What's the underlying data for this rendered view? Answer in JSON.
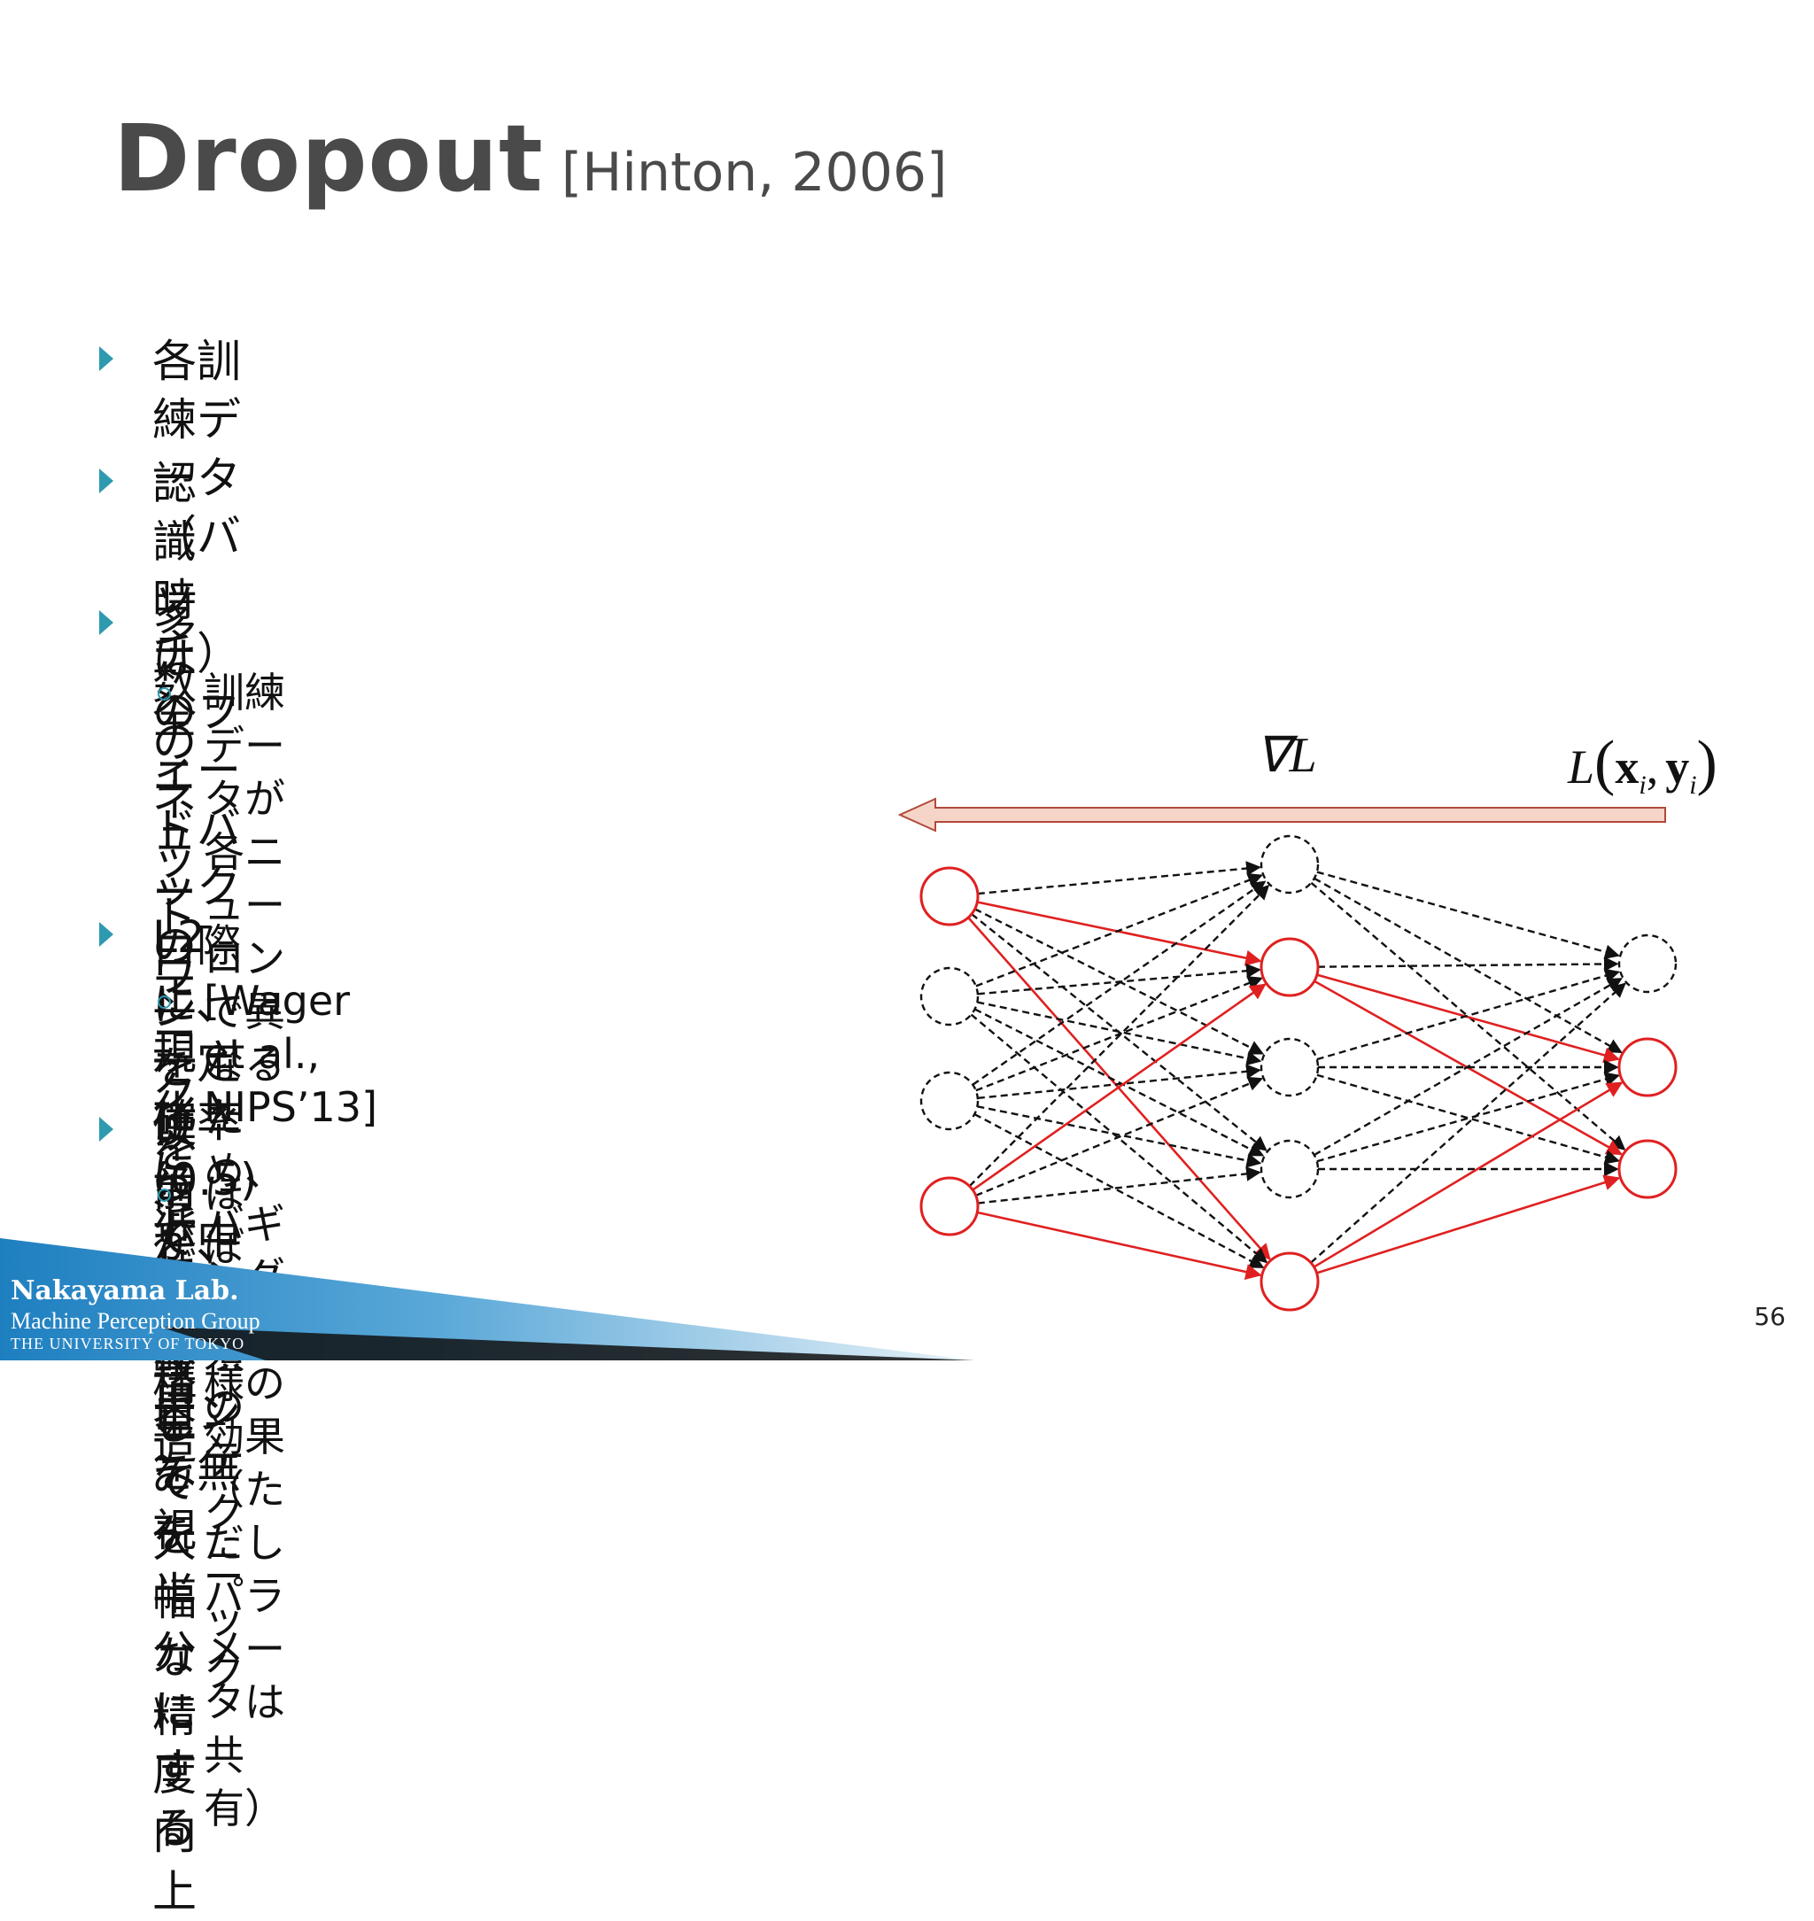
{
  "title": {
    "main": "Dropout",
    "citation": "[Hinton, 2006]"
  },
  "bullets": [
    {
      "text": "各訓練データ（バッチ）のフィードバックの際に、\n一定確率(0.5)で中間ニューロンを無視"
    },
    {
      "text": "認識時は全ニューロンを使うが、結合重みを半分にする"
    },
    {
      "text": "多数のネットワークを混ぜた構造"
    },
    {
      "text": "L2正規化に近い効果"
    },
    {
      "text": "以前と比較して大幅な精度向上"
    }
  ],
  "subbullets": [
    {
      "text": "訓練データが各ニューロンで異なるため、\nバギングと同様の効果\n（ただしパラメータは共有）"
    },
    {
      "text": "[Wager et al., NIPS’13]"
    },
    {
      "text": "ほぼ必須のテクニック"
    }
  ],
  "diagram": {
    "gradient_label": "∇L",
    "loss_label": {
      "L": "L",
      "x": "x",
      "i1": "i",
      "y": "y",
      "i2": "i",
      "comma": ","
    },
    "colors": {
      "active": "#e02020",
      "dropped": "#111111",
      "arrow_fill": "#f6d5c8",
      "arrow_stroke": "#b04a3a"
    },
    "layers": [
      {
        "active": [
          true,
          false,
          false,
          true
        ]
      },
      {
        "active": [
          false,
          true,
          false,
          false,
          true
        ]
      },
      {
        "active": [
          false,
          true,
          true
        ]
      }
    ]
  },
  "footer": {
    "lab": "Nakayama Lab.",
    "group": "Machine Perception Group",
    "university": "THE UNIVERSITY OF TOKYO"
  },
  "page_number": "56"
}
